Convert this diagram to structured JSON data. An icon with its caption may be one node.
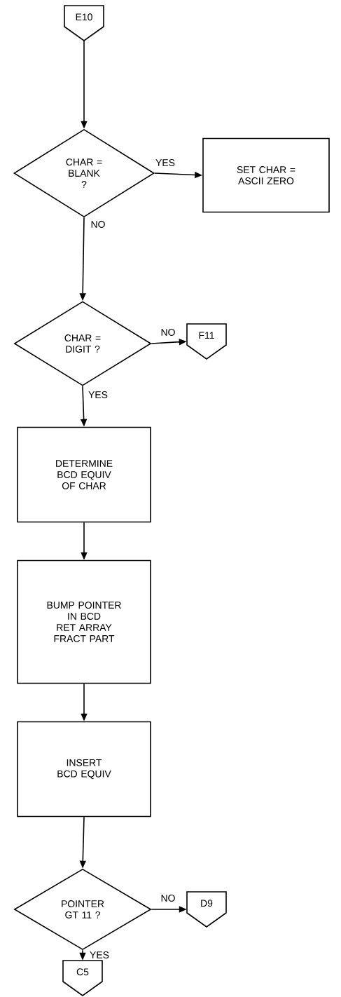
{
  "diagram": {
    "nodes": [
      {
        "text": [
          "E10"
        ]
      },
      {
        "text": [
          "CHAR = BLANK ?"
        ]
      },
      {
        "text": [
          "SET CHAR = ASCII ZERO"
        ]
      },
      {
        "text": [
          "CHAR = DIGIT ?"
        ]
      },
      {
        "text": [
          "F11"
        ]
      },
      {
        "text": [
          "DETERMINE BCD EQUIV OF CHAR"
        ]
      },
      {
        "text": [
          "BUMP POINTER IN BCD RET ARRAY FRACT PART"
        ]
      },
      {
        "text": [
          "INSERT BCD EQUIV"
        ]
      },
      {
        "text": [
          "POINTER GT 11 ?"
        ]
      },
      {
        "text": [
          "D9"
        ]
      },
      {
        "text": [
          "C5"
        ]
      }
    ],
    "edges": [
      {
        "from": 0,
        "to": 1,
        "arrow": "to"
      },
      {
        "from": 1,
        "to": 2,
        "arrow": "to",
        "label": "YES"
      },
      {
        "from": 1,
        "to": 3,
        "arrow": "to",
        "label": "NO"
      },
      {
        "from": 3,
        "to": 4,
        "arrow": "to",
        "label": "NO"
      },
      {
        "from": 3,
        "to": 5,
        "arrow": "to",
        "label": "YES"
      },
      {
        "from": 5,
        "to": 6,
        "arrow": "to"
      },
      {
        "from": 6,
        "to": 7,
        "arrow": "to"
      },
      {
        "from": 7,
        "to": 8,
        "arrow": "to"
      },
      {
        "from": 8,
        "to": 9,
        "arrow": "to",
        "label": "NO"
      },
      {
        "from": 8,
        "to": 10,
        "arrow": "to",
        "label": "YES"
      }
    ]
  }
}
